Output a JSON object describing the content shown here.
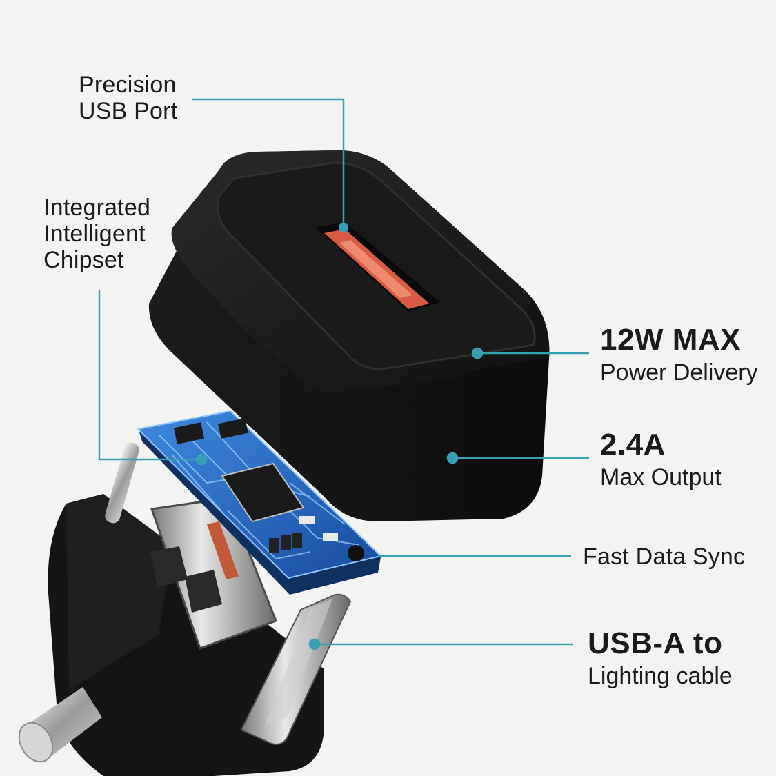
{
  "colors": {
    "background": "#f3f3f2",
    "callout_line": "#3a9fb3",
    "charger_body": "#161616",
    "usb_port": "#d85b43",
    "pcb": "#2a6fc9"
  },
  "icons": {
    "charger": "charger-housing-icon",
    "usb": "usb-a-port-icon",
    "pcb": "circuit-board-icon",
    "plug": "plug-pin-icon",
    "cable": "lightning-connector-icon"
  },
  "callouts": {
    "usb_port": {
      "line1": "Precision",
      "line2": "USB Port"
    },
    "chipset": {
      "line1": "Integrated",
      "line2": "Intelligent",
      "line3": "Chipset"
    },
    "power": {
      "title": "12W MAX",
      "subtitle": "Power Delivery"
    },
    "output": {
      "title": "2.4A",
      "subtitle": "Max Output"
    },
    "sync": {
      "line1": "Fast Data Sync"
    },
    "cable": {
      "title": "USB-A to",
      "subtitle": "Lighting cable"
    }
  }
}
